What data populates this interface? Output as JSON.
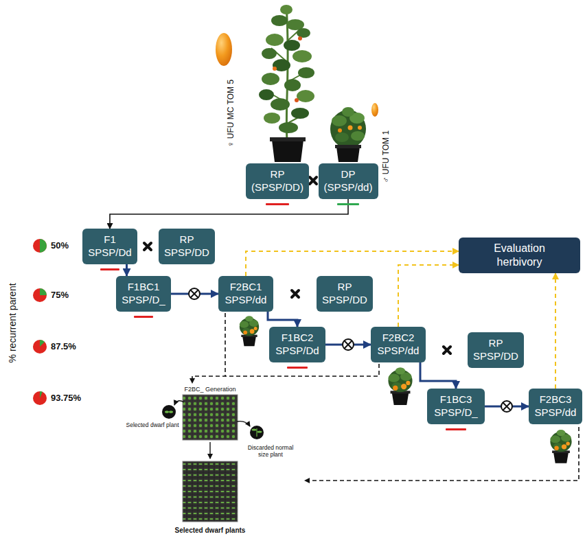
{
  "diagram": {
    "nodes": [
      {
        "text": [
          "RP",
          "(SPSP/DD)"
        ]
      },
      {
        "text": [
          "DP",
          "(SPSP/dd)"
        ]
      },
      {
        "text": [
          "F1",
          "SPSP/Dd"
        ]
      },
      {
        "text": [
          "RP",
          "SPSP/DD"
        ]
      },
      {
        "text": [
          "F1BC1",
          "SPSP/D_"
        ]
      },
      {
        "text": [
          "F2BC1",
          "SPSP/dd"
        ]
      },
      {
        "text": [
          "RP",
          "SPSP/DD"
        ]
      },
      {
        "text": [
          "F1BC2",
          "SPSP/Dd"
        ]
      },
      {
        "text": [
          "F2BC2",
          "SPSP/dd"
        ]
      },
      {
        "text": [
          "RP",
          "SPSP/DD"
        ]
      },
      {
        "text": [
          "F1BC3",
          "SPSP/D_"
        ]
      },
      {
        "text": [
          "F2BC3",
          "SPSP/dd"
        ]
      },
      {
        "text": [
          "Evaluation herbivory"
        ]
      }
    ],
    "edges": [
      {
        "from": 1,
        "to": 2,
        "arrow": "to"
      },
      {
        "from": 2,
        "to": 4,
        "arrow": "to"
      },
      {
        "from": 4,
        "to": 5,
        "arrow": "to"
      },
      {
        "from": 5,
        "to": 7,
        "arrow": "to"
      },
      {
        "from": 7,
        "to": 8,
        "arrow": "to"
      },
      {
        "from": 8,
        "to": 10,
        "arrow": "to"
      },
      {
        "from": 10,
        "to": 11,
        "arrow": "to"
      },
      {
        "from": 5,
        "to": 12,
        "arrow": "to"
      },
      {
        "from": 8,
        "to": 12,
        "arrow": "to"
      },
      {
        "from": 11,
        "to": 12,
        "arrow": "to"
      }
    ],
    "labels": [
      "♀ UFU MC TOM 5",
      "♂ UFU TOM 1",
      "% recurrent parent",
      "50%",
      "75%",
      "87.5%",
      "93.75%",
      "F2BC_ Generation",
      "Selected dwarf plant",
      "Discarded normal size plant",
      "Selected dwarf plants"
    ]
  }
}
